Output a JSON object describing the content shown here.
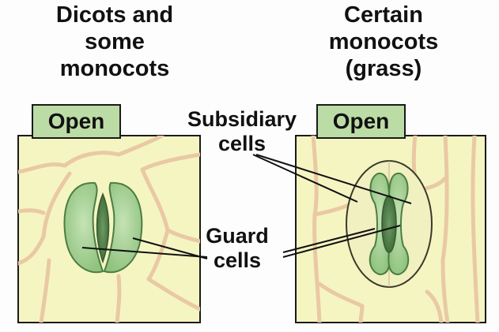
{
  "left_panel": {
    "heading": [
      "Dicots and",
      "some",
      "monocots"
    ],
    "tag": "Open"
  },
  "right_panel": {
    "heading": [
      "Certain",
      "monocots",
      "(grass)"
    ],
    "tag": "Open"
  },
  "labels": {
    "subsidiary": [
      "Subsidiary",
      "cells"
    ],
    "guard": [
      "Guard",
      "cells"
    ]
  },
  "colors": {
    "cell_fill": "#f5f5c2",
    "cell_wall": "#e9c9a4",
    "guard_cell": "#a9d49a",
    "guard_cell_dark": "#7fb070",
    "tag_fill": "#bcdca6"
  }
}
